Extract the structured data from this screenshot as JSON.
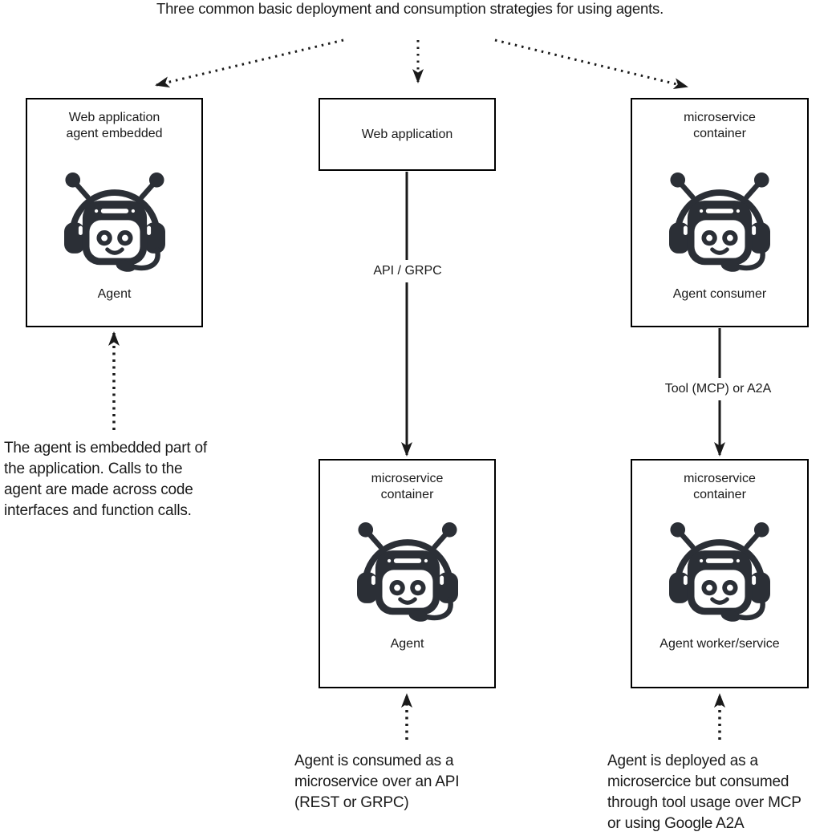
{
  "title": "Three common basic deployment and consumption strategies for using agents.",
  "colors": {
    "ink": "#1a1a1a",
    "robot": "#2b2f36",
    "background": "#ffffff"
  },
  "boxes": {
    "web_embedded": {
      "title": "Web application\nagent embedded",
      "agent_label": "Agent"
    },
    "web_app": {
      "title": "Web application"
    },
    "micro_agent": {
      "title": "microservice\ncontainer",
      "agent_label": "Agent"
    },
    "micro_consumer": {
      "title": "microservice\ncontainer",
      "agent_label": "Agent consumer"
    },
    "micro_worker": {
      "title": "microservice\ncontainer",
      "agent_label": "Agent worker/service"
    }
  },
  "connectors": {
    "api_label": "API / GRPC",
    "tool_label": "Tool (MCP) or A2A"
  },
  "annotations": {
    "embedded": {
      "lines": [
        "The agent is embedded part of",
        "the application. Calls to the",
        "agent are made across code",
        "interfaces and function calls."
      ]
    },
    "consumed": {
      "lines": [
        "Agent is consumed as a",
        "microservice over an API",
        "(REST or GRPC)"
      ]
    },
    "deployed": {
      "lines": [
        "Agent is deployed as a",
        "microsercice but consumed",
        "through tool usage over MCP",
        "or using Google A2A"
      ]
    }
  },
  "icons": {
    "robot": "robot-agent-icon"
  }
}
